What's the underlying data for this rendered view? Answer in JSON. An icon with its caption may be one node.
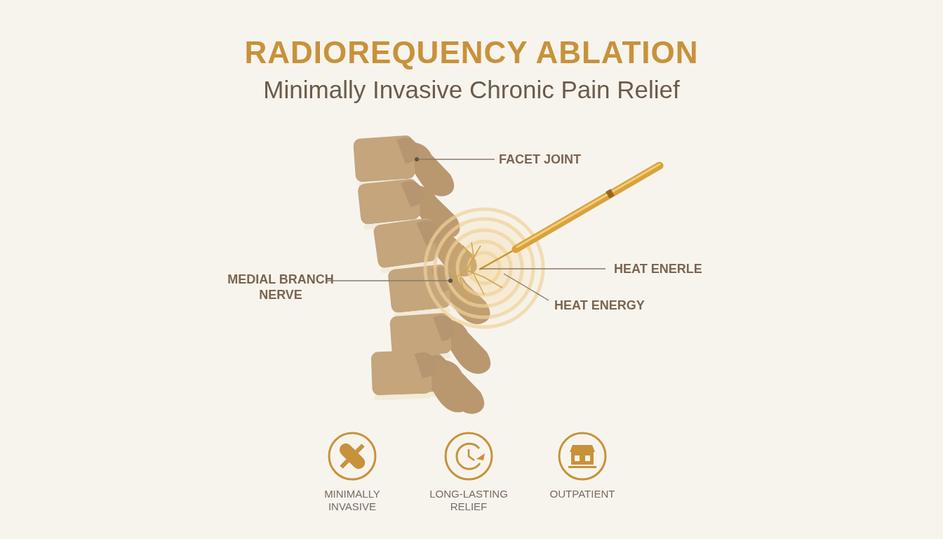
{
  "diagram": {
    "title": "RADIOREQUENCY ABLATION",
    "nodes": [
      {
        "text": [
          "FACET JOINT"
        ]
      },
      {
        "text": [],
        "shape": "circle"
      },
      {
        "text": [
          "MEDIAL BRANCH NERVE"
        ]
      },
      {
        "text": [],
        "shape": "picture"
      },
      {
        "text": [
          "HEAT ENERLE"
        ]
      },
      {
        "text": [
          "HEAT ENERGY"
        ]
      }
    ],
    "edges": [
      {
        "from": 0,
        "to": 1,
        "arrow": "none"
      },
      {
        "from": 2,
        "to": 3,
        "arrow": "none"
      },
      {
        "from": 4,
        "to": 3,
        "arrow": "none"
      },
      {
        "from": 5,
        "to": 3,
        "arrow": "none"
      }
    ],
    "labels": [
      "Minimally Invasive Chronic Pain Relief",
      "MINIMALLY INVASIVE",
      "LONG-LASTING RELIEF",
      "OUTPATIENT"
    ]
  }
}
